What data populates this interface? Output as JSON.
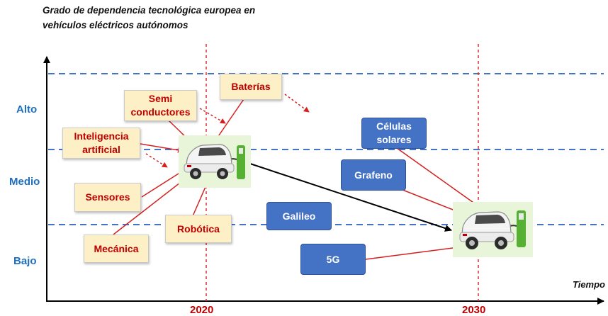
{
  "y_axis_title": "Grado de dependencia tecnológica europea en vehículos eléctricos autónomos",
  "x_axis_title": "Tiempo",
  "levels": {
    "high": "Alto",
    "medium": "Medio",
    "low": "Bajo"
  },
  "years": {
    "first": "2020",
    "second": "2030"
  },
  "technologies_2020": {
    "semiconductores": "Semi conductores",
    "baterias": "Baterías",
    "inteligencia_artificial": "Inteligencia artificial",
    "sensores": "Sensores",
    "robotica": "Robótica",
    "mecanica": "Mecánica"
  },
  "technologies_2030": {
    "celulas_solares": "Células solares",
    "grafeno": "Grafeno",
    "galileo": "Galileo",
    "cinco_g": "5G"
  },
  "colors": {
    "tech_fill": "#fdf0c6",
    "tech_text": "#c00000",
    "new_tech_fill": "#4472c4",
    "level_text": "#1f6fbf",
    "year_text": "#c00000",
    "guide_line": "#4472c4",
    "year_line": "#e03030",
    "arrow_red": "#d42020",
    "trend_arrow": "#000000"
  }
}
